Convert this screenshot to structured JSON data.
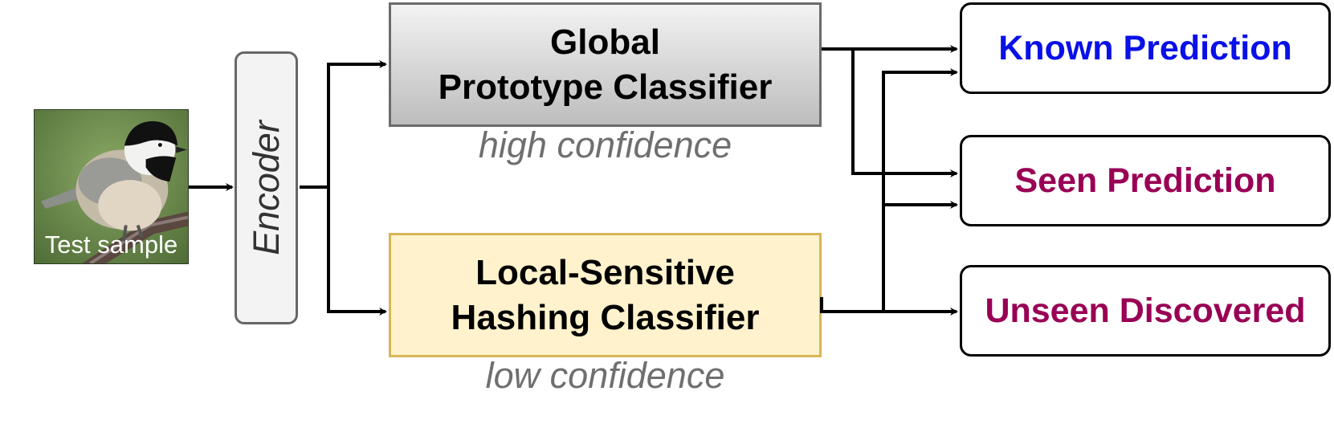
{
  "input": {
    "label": "Test sample"
  },
  "encoder": {
    "label": "Encoder"
  },
  "global_classifier": {
    "line1": "Global",
    "line2": "Prototype Classifier",
    "confidence": "high confidence"
  },
  "local_classifier": {
    "line1": "Local-Sensitive",
    "line2": "Hashing Classifier",
    "confidence": "low confidence"
  },
  "outputs": {
    "known": {
      "label": "Known Prediction",
      "color": "#0a10e8"
    },
    "seen": {
      "label": "Seen Prediction",
      "color": "#990055"
    },
    "unseen": {
      "label": "Unseen Discovered",
      "color": "#990055"
    }
  }
}
